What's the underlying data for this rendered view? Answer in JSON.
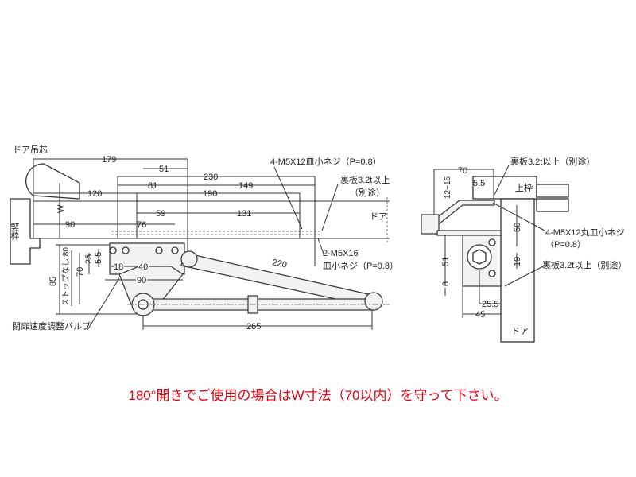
{
  "side_view": {
    "door_pivot_label": "ドア吊芯",
    "frame_label": "竪枠",
    "door_label": "ドア",
    "w_label": "W",
    "dims": {
      "d179": "179",
      "d51": "51",
      "d230": "230",
      "d81": "81",
      "d149": "149",
      "d120": "120",
      "d190": "190",
      "d59": "59",
      "d131": "131",
      "d90a": "90",
      "d76": "76",
      "d18": "18",
      "d40": "40",
      "d90b": "90",
      "d220": "220",
      "d265": "265",
      "d85": "85",
      "d80": "ストップなし 80",
      "d70": "70",
      "d25": "25",
      "d55": "5.5"
    },
    "screw_top": "4-M5X12皿小ネジ（P=0.8）",
    "backplate_1": "裏板3.2t以上",
    "backplate_2": "（別途）",
    "screw_arm_1": "2-M5X16",
    "screw_arm_2": "皿小ネジ（P=0.8）",
    "valve_label": "閉扉速度調整バルブ"
  },
  "front_view": {
    "backplate_top": "裏板3.2t以上（別途）",
    "top_frame_label": "上枠",
    "door_label": "ドア",
    "screw_1": "4-M5X12丸皿小ネジ",
    "screw_2": "（P=0.8）",
    "backplate_bottom": "裏板3.2t以上（別途）",
    "dims": {
      "d70": "70",
      "d12_15": "12~15",
      "d55": "5.5",
      "d50": "50",
      "d51": "51",
      "d19": "19",
      "d8": "8",
      "d255": "25.5",
      "d45": "45"
    }
  },
  "note": "180°開きでご使用の場合はW寸法（70以内）を守って下さい。",
  "colors": {
    "note": "#e60012",
    "line": "#333333"
  }
}
